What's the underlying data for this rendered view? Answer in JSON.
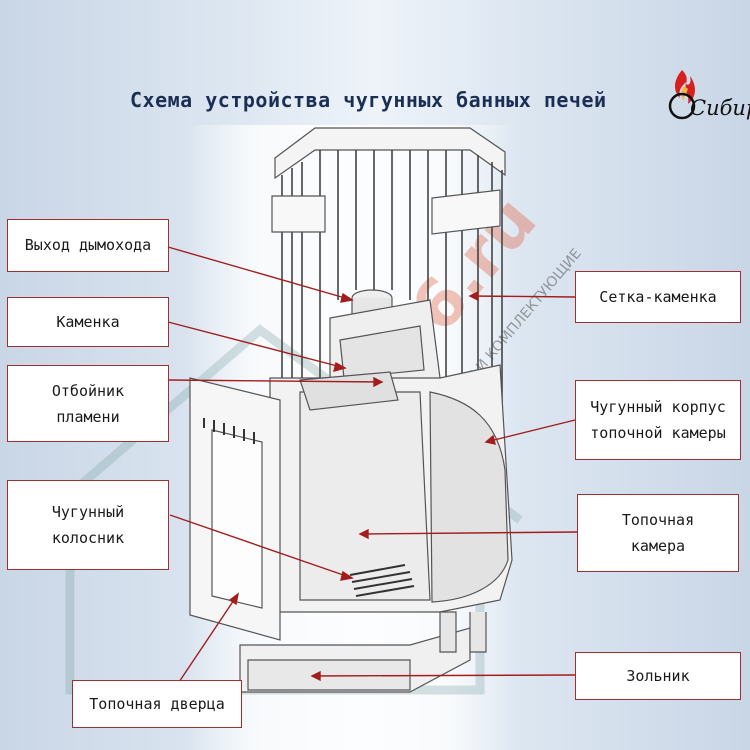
{
  "title": "Схема устройства чугунных банных печей",
  "logo": {
    "text": "Сибирь"
  },
  "watermark": {
    "site": "Pechki66.ru",
    "tagline": "ПЕЧИ КОТЛЫ КАМИНЫ ДЫМОХОДЫ И КОМПЛЕКТУЮЩИЕ"
  },
  "labels": {
    "chimney_outlet": "Выход дымохода",
    "stone_chamber": "Каменка",
    "flame_deflector_1": "Отбойник",
    "flame_deflector_2": "пламени",
    "grate_1": "Чугунный",
    "grate_2": "колосник",
    "firebox_door": "Топочная дверца",
    "stone_mesh": "Сетка-каменка",
    "body_1": "Чугунный корпус",
    "body_2": "топочной камеры",
    "firebox_1": "Топочная",
    "firebox_2": "камера",
    "ash_pan": "Зольник"
  },
  "colors": {
    "frame": "#9a3030",
    "title": "#1b2f55",
    "arrow": "#a31d1d",
    "watermark": "#e05a3a"
  }
}
